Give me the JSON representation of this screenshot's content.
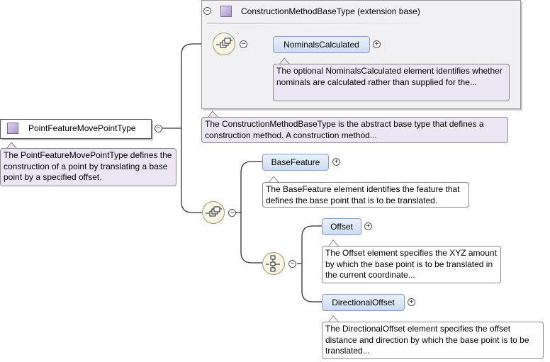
{
  "extension": {
    "title": "ConstructionMethodBaseType (extension base)",
    "element": "NominalsCalculated",
    "element_doc": "The optional NominalsCalculated element identifies whether nominals are calculated rather than supplied for the...",
    "doc": "The ConstructionMethodBaseType is the abstract base type that defines a construction method. A construction method..."
  },
  "root": {
    "label": "PointFeatureMovePointType",
    "doc": "The PointFeatureMovePointType defines the construction of a point by translating a base point by a specified offset."
  },
  "elements": {
    "base_feature": "BaseFeature",
    "base_feature_doc": "The BaseFeature element identifies the feature that defines the base point that is to be translated.",
    "offset": "Offset",
    "offset_doc": "The Offset element specifies the XYZ amount by which the base point is to be translated in the current coordinate...",
    "directional_offset": "DirectionalOffset",
    "directional_offset_doc": "The DirectionalOffset element specifies the offset distance and direction by which the base point is to be translated..."
  },
  "icons": {
    "collapse": "minus-circle-icon",
    "expand": "plus-circle-icon",
    "sequence": "sequence-compositor-icon",
    "choice": "choice-compositor-icon",
    "type": "complex-type-icon"
  },
  "colors": {
    "element_fill": "#cddcf2",
    "doc_fill": "#ebe6f3",
    "extension_fill": "#f1f1f4"
  }
}
